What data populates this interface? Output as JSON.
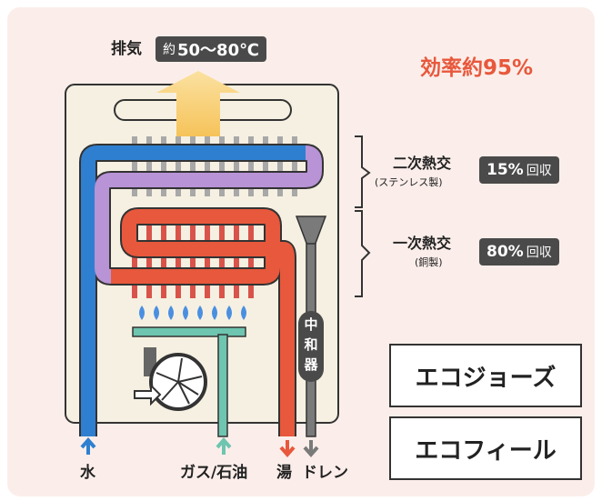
{
  "exhaust": {
    "label": "排気",
    "temp_prefix": "約",
    "temp_value": "50〜80℃"
  },
  "efficiency": {
    "text": "効率約95%"
  },
  "secondary": {
    "title": "二次熱交",
    "sub": "(ステンレス製)",
    "pct": "15%",
    "word": "回収"
  },
  "primary": {
    "title": "一次熱交",
    "sub": "(銅製)",
    "pct": "80%",
    "word": "回収"
  },
  "neutralizer": {
    "chars": [
      "中",
      "和",
      "器"
    ]
  },
  "product_a": "エコジョーズ",
  "product_b": "エコフィール",
  "bottom_labels": {
    "water": "水",
    "gas_oil": "ガス/石油",
    "hot_water": "湯",
    "drain": "ドレン"
  },
  "colors": {
    "water_blue": "#2f7fd0",
    "hot_red": "#e8583c",
    "gas_teal": "#6ec5b0",
    "drain_gray": "#7a7a7a",
    "accent_orange": "#e8583c",
    "body_beige": "#f6f0e2"
  }
}
